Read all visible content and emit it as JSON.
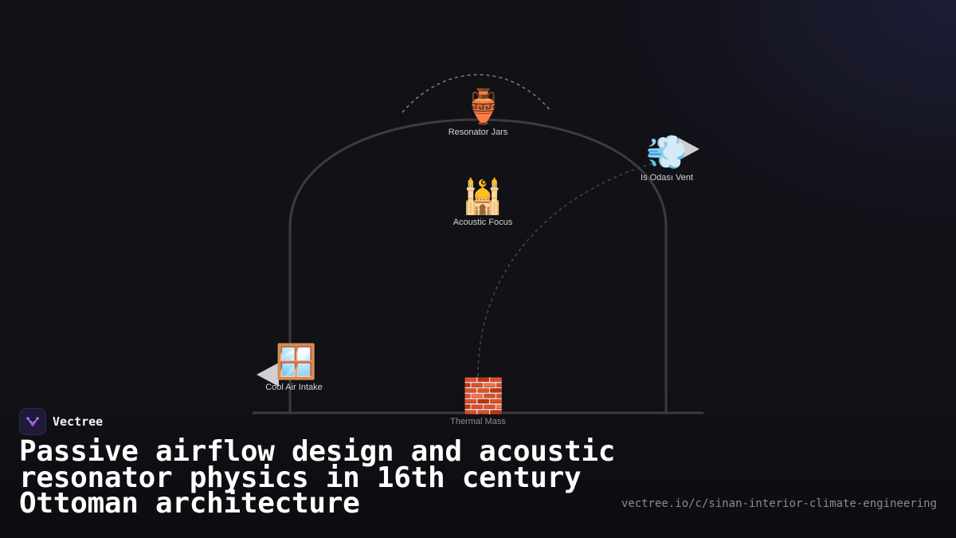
{
  "diagram": {
    "nodes": {
      "resonator_jars": {
        "icon": "amphora-icon",
        "emoji": "🏺",
        "label": "Resonator Jars"
      },
      "acoustic_focus": {
        "icon": "mosque-icon",
        "emoji": "🕌",
        "label": "Acoustic Focus"
      },
      "is_odasi_vent": {
        "icon": "wind-icon",
        "emoji": "💨",
        "label": "Is Odası Vent"
      },
      "cool_air_intake": {
        "icon": "window-icon",
        "emoji": "🪟",
        "label": "Cool Air Intake"
      },
      "thermal_mass": {
        "icon": "brick-icon",
        "emoji": "🧱",
        "label": "Thermal Mass"
      }
    },
    "colors": {
      "dome_outline": "#3c3c40",
      "sound_path": "#77777c",
      "air_flow_path": "#2c4a66",
      "arrow": "#cfcfd4"
    }
  },
  "brand": {
    "name": "Vectree",
    "logo_icon": "vectree-logo-icon",
    "logo_color": "#a855f7"
  },
  "title": "Passive airflow design and acoustic resonator physics in 16th century Ottoman architecture",
  "url": "vectree.io/c/sinan-interior-climate-engineering"
}
